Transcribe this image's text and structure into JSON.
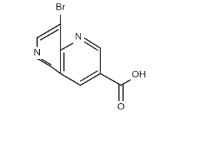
{
  "molecule": {
    "atoms": {
      "bromine": "Br",
      "ring_nitrogen_top": "N",
      "ring_nitrogen_left": "N",
      "hydroxyl": "OH",
      "carbonyl_oxygen": "O"
    },
    "line_color": "#1a1a1a",
    "background_color": "#ffffff"
  }
}
